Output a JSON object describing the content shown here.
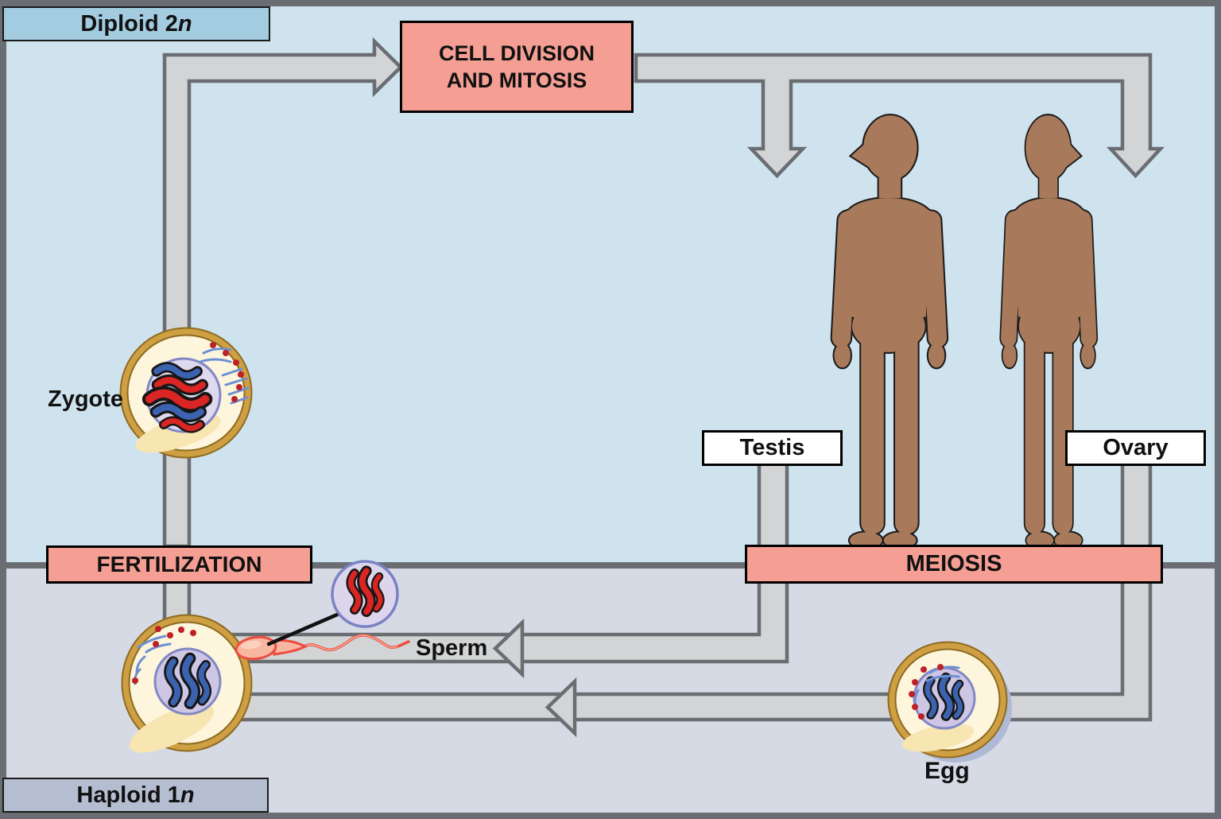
{
  "phase_labels": {
    "diploid_prefix": "Diploid 2",
    "diploid_symbol": "n",
    "haploid_prefix": "Haploid 1",
    "haploid_symbol": "n"
  },
  "process_boxes": {
    "cell_division_line1": "CELL DIVISION",
    "cell_division_line2": "AND MITOSIS",
    "meiosis": "MEIOSIS",
    "fertilization": "FERTILIZATION"
  },
  "organ_labels": {
    "testis": "Testis",
    "ovary": "Ovary"
  },
  "cell_labels": {
    "zygote": "Zygote",
    "sperm": "Sperm",
    "egg": "Egg"
  },
  "colors": {
    "diploid_bg": "#cfe3ef",
    "haploid_bg": "#d6dae5",
    "frame": "#6a6e72",
    "arrow_fill": "#d2d4d6",
    "arrow_border": "#6a6e72",
    "process_box": "#f59f94",
    "diploid_label_bg": "#a3cce0",
    "haploid_label_bg": "#b5bdd1",
    "organ_label_bg": "#ffffff",
    "human_skin": "#a87a5b",
    "cell_cream": "#fdf5dc",
    "cell_ring": "#cf9f44",
    "nucleus": "#ded9ee",
    "nucleus_border": "#8287c5",
    "chromosome_red": "#d92524",
    "chromosome_blue": "#3c63af"
  }
}
